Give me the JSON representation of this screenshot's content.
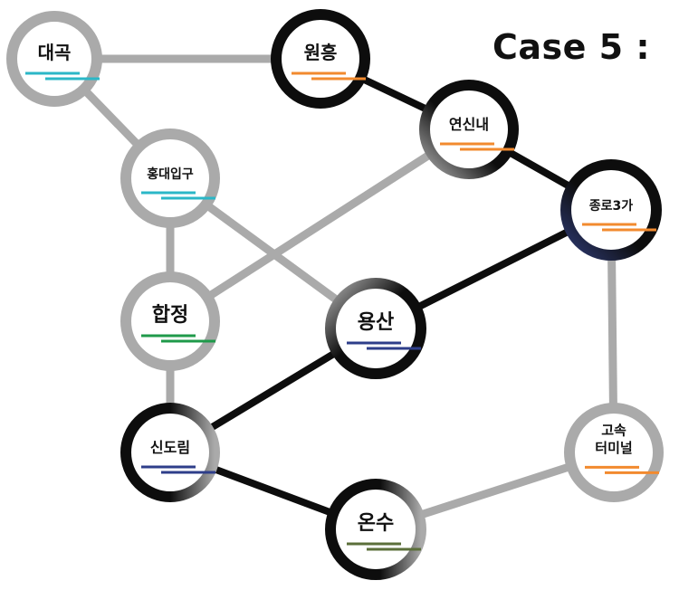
{
  "title": "Case 5 :",
  "colors": {
    "gray": "#aaaaaa",
    "black": "#0d0d0d",
    "navy": "#2e3a73",
    "cyan": "#2bb7c7",
    "orange": "#f28a2e",
    "green": "#1f9a4a",
    "indigo": "#2e3e8a",
    "olive": "#5b6f3a"
  },
  "nodes": [
    {
      "id": "daegok",
      "label": "대곡",
      "line": "cyan",
      "ring": "gray"
    },
    {
      "id": "wonheung",
      "label": "원흥",
      "line": "orange",
      "ring": "black"
    },
    {
      "id": "yeonsinnae",
      "label": "연신내",
      "line": "orange",
      "ring": "black-gray"
    },
    {
      "id": "jongno3ga",
      "label": "종로3가",
      "line": "orange",
      "ring": "black-navy"
    },
    {
      "id": "hongdae",
      "label": "홍대입구",
      "line": "cyan",
      "ring": "gray"
    },
    {
      "id": "hapjeong",
      "label": "합정",
      "line": "green",
      "ring": "gray"
    },
    {
      "id": "yongsan",
      "label": "용산",
      "line": "indigo",
      "ring": "black-gray"
    },
    {
      "id": "sindorim",
      "label": "신도림",
      "line": "indigo",
      "ring": "black-gray"
    },
    {
      "id": "onsu",
      "label": "온수",
      "line": "olive",
      "ring": "black-gray"
    },
    {
      "id": "terminal",
      "label": "고속\n터미널",
      "line": "orange",
      "ring": "gray"
    }
  ],
  "edges": [
    {
      "from": "daegok",
      "to": "wonheung",
      "color": "gray"
    },
    {
      "from": "wonheung",
      "to": "yeonsinnae",
      "color": "black"
    },
    {
      "from": "yeonsinnae",
      "to": "jongno3ga",
      "color": "black"
    },
    {
      "from": "daegok",
      "to": "hongdae",
      "color": "gray"
    },
    {
      "from": "hongdae",
      "to": "hapjeong",
      "color": "gray"
    },
    {
      "from": "hongdae",
      "to": "yongsan",
      "color": "gray"
    },
    {
      "from": "yeonsinnae",
      "to": "hapjeong",
      "color": "gray"
    },
    {
      "from": "jongno3ga",
      "to": "yongsan",
      "color": "black"
    },
    {
      "from": "jongno3ga",
      "to": "terminal",
      "color": "gray"
    },
    {
      "from": "hapjeong",
      "to": "sindorim",
      "color": "gray"
    },
    {
      "from": "yongsan",
      "to": "sindorim",
      "color": "black"
    },
    {
      "from": "sindorim",
      "to": "onsu",
      "color": "black"
    },
    {
      "from": "onsu",
      "to": "terminal",
      "color": "gray"
    }
  ]
}
